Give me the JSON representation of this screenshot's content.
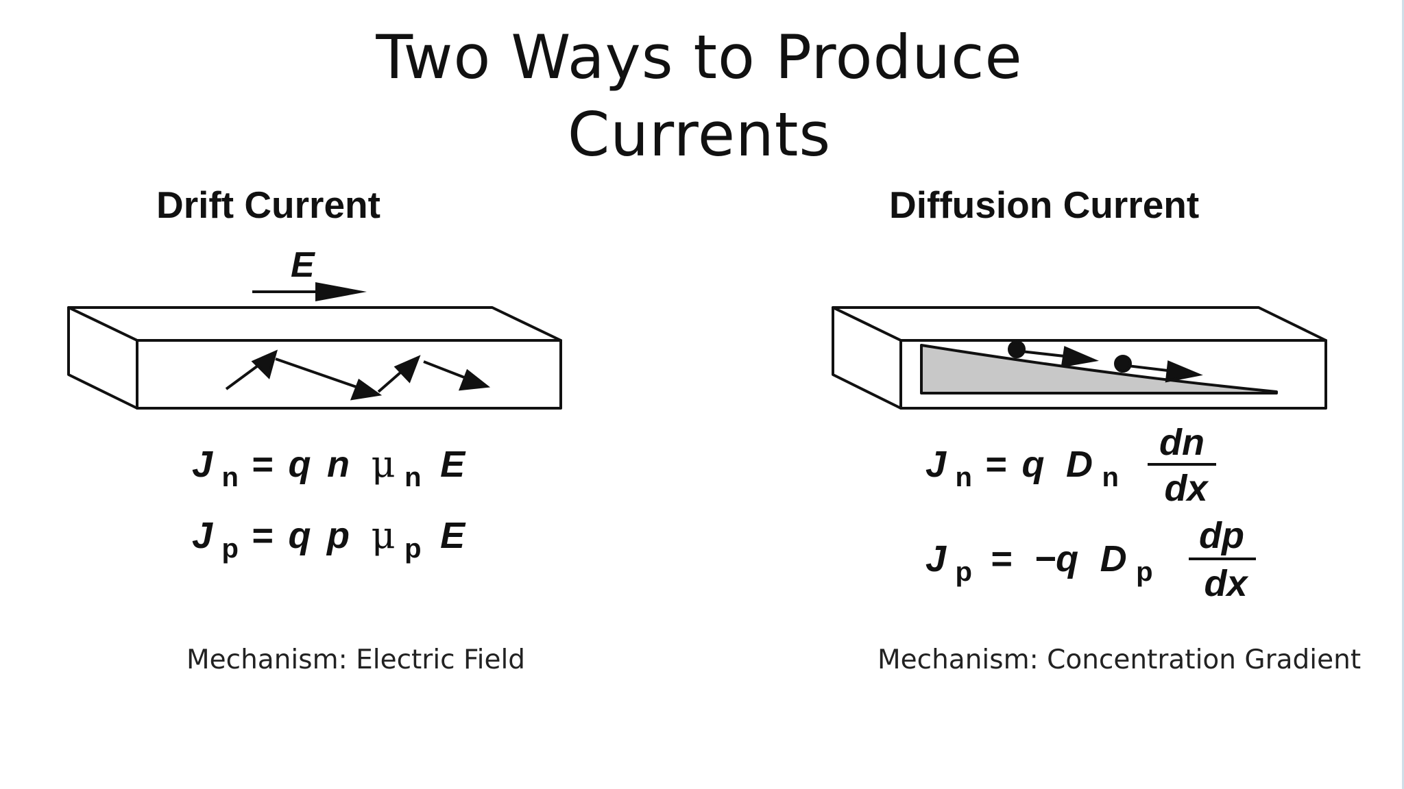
{
  "title": {
    "line1": "Two Ways to Produce",
    "line2": "Currents"
  },
  "drift": {
    "heading": "Drift Current",
    "field_label": "E",
    "eq_n": {
      "J": "J",
      "sub": "n",
      "eq": "=",
      "q": "q",
      "var": "n",
      "mu": "μ",
      "E": "E"
    },
    "eq_p": {
      "J": "J",
      "sub": "p",
      "eq": "=",
      "q": "q",
      "var": "p",
      "mu": "μ",
      "E": "E"
    },
    "mechanism": "Mechanism: Electric Field"
  },
  "diffusion": {
    "heading": "Diffusion Current",
    "eq_n": {
      "J": "J",
      "sub": "n",
      "eq": "=",
      "q": "q",
      "D": "D",
      "num": "dn",
      "den": "dx"
    },
    "eq_p": {
      "J": "J",
      "sub": "p",
      "eq": "=",
      "neg": "−q",
      "D": "D",
      "num": "dp",
      "den": "dx"
    },
    "mechanism": "Mechanism: Concentration Gradient"
  },
  "colors": {
    "ink": "#111111",
    "gradient_fill": "#c8c8c8"
  }
}
